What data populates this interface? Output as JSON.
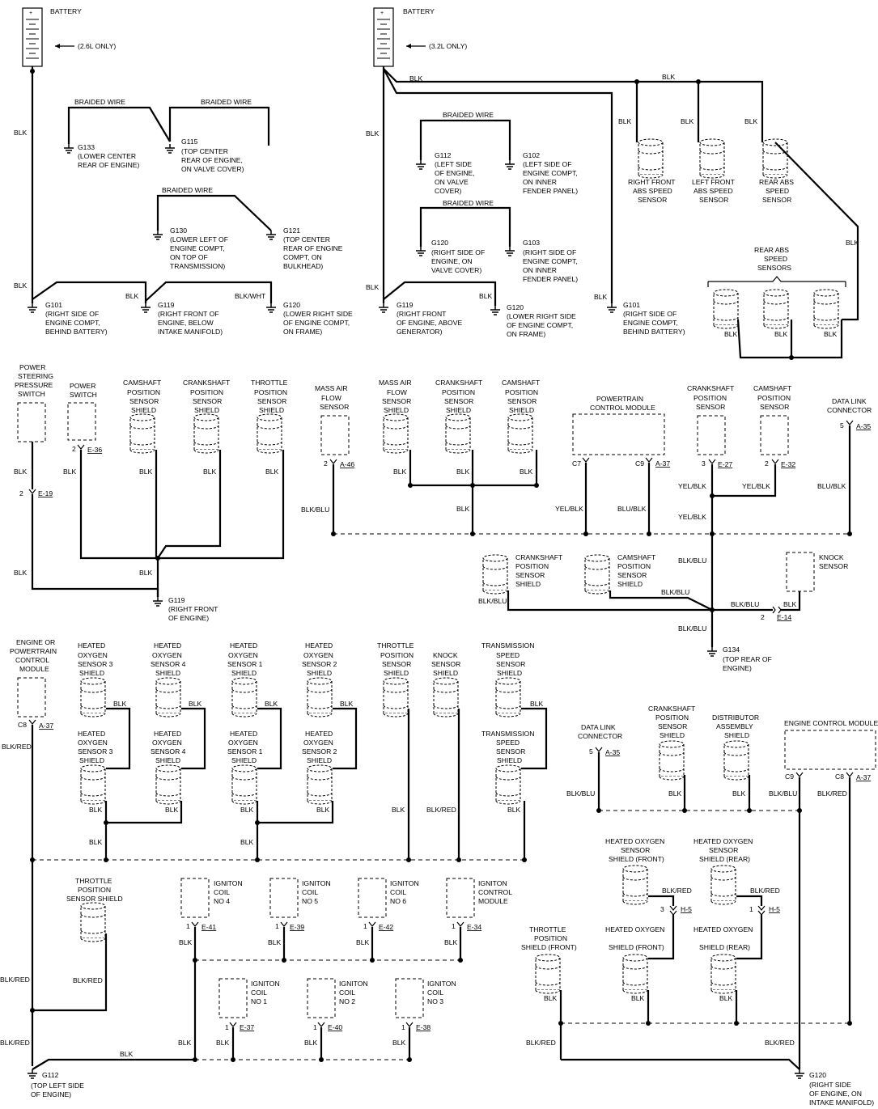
{
  "wire_colors": {
    "blk": "BLK",
    "blk_red": "BLK/RED",
    "blk_blu": "BLK/BLU",
    "blu_blk": "BLU/BLK",
    "yel_blk": "YEL/BLK",
    "blk_wht": "BLK/WHT",
    "braided": "BRAIDED WIRE"
  },
  "battery": {
    "label": "BATTERY",
    "note_26": "(2.6L ONLY)",
    "note_32": "(3.2L ONLY)"
  },
  "grounds": {
    "g133": [
      "G133",
      "(LOWER CENTER",
      "REAR OF ENGINE)"
    ],
    "g115": [
      "G115",
      "(TOP CENTER",
      "REAR OF ENGINE,",
      "ON VALVE COVER)"
    ],
    "g130": [
      "G130",
      "(LOWER LEFT OF",
      "ENGINE COMPT,",
      "ON TOP OF",
      "TRANSMISSION)"
    ],
    "g121": [
      "G121",
      "(TOP CENTER",
      "REAR OF ENGINE",
      "COMPT, ON",
      "BULKHEAD)"
    ],
    "g101a": [
      "G101",
      "(RIGHT SIDE OF",
      "ENGINE COMPT,",
      "BEHIND BATTERY)"
    ],
    "g119a": [
      "G119",
      "(RIGHT FRONT OF",
      "ENGINE, BELOW",
      "INTAKE MANIFOLD)"
    ],
    "g120a": [
      "G120",
      "(LOWER RIGHT SIDE",
      "OF ENGINE COMPT,",
      "ON FRAME)"
    ],
    "g112a": [
      "G112",
      "(LEFT SIDE",
      "OF ENGINE,",
      "ON VALVE",
      "COVER)"
    ],
    "g102": [
      "G102",
      "(LEFT SIDE OF",
      "ENGINE COMPT,",
      "ON INNER",
      "FENDER PANEL)"
    ],
    "g120b": [
      "G120",
      "(RIGHT SIDE OF",
      "ENGINE, ON",
      "VALVE COVER)"
    ],
    "g103": [
      "G103",
      "(RIGHT SIDE OF",
      "ENGINE COMPT,",
      "ON INNER",
      "FENDER PANEL)"
    ],
    "g119b": [
      "G119",
      "(RIGHT FRONT",
      "OF ENGINE, ABOVE",
      "GENERATOR)"
    ],
    "g120c": [
      "G120",
      "(LOWER RIGHT SIDE",
      "OF ENGINE COMPT,",
      "ON FRAME)"
    ],
    "g101b": [
      "G101",
      "(RIGHT SIDE OF",
      "ENGINE COMPT,",
      "BEHIND BATTERY)"
    ],
    "g119c": [
      "G119",
      "(RIGHT FRONT",
      "OF ENGINE)"
    ],
    "g134": [
      "G134",
      "(TOP REAR OF",
      "ENGINE)"
    ],
    "g112b": [
      "G112",
      "(TOP LEFT SIDE",
      "OF ENGINE)"
    ],
    "g120d": [
      "G120",
      "(RIGHT SIDE",
      "OF ENGINE, ON",
      "INTAKE MANIFOLD)"
    ]
  },
  "components": {
    "abs_rf": [
      "RIGHT FRONT",
      "ABS SPEED",
      "SENSOR"
    ],
    "abs_lf": [
      "LEFT FRONT",
      "ABS SPEED",
      "SENSOR"
    ],
    "abs_r": [
      "REAR ABS",
      "SPEED",
      "SENSOR"
    ],
    "abs_rears": [
      "REAR ABS",
      "SPEED",
      "SENSORS"
    ],
    "ps_switch": [
      "POWER",
      "STEERING",
      "PRESSURE",
      "SWITCH"
    ],
    "power_switch": [
      "POWER",
      "SWITCH"
    ],
    "cmp_shield": [
      "CAMSHAFT",
      "POSITION",
      "SENSOR",
      "SHIELD"
    ],
    "ckp_shield": [
      "CRANKSHAFT",
      "POSITION",
      "SENSOR",
      "SHIELD"
    ],
    "tps_shield": [
      "THROTTLE",
      "POSITION",
      "SENSOR",
      "SHIELD"
    ],
    "maf": [
      "MASS AIR",
      "FLOW",
      "SENSOR"
    ],
    "maf_shield": [
      "MASS AIR",
      "FLOW",
      "SENSOR",
      "SHIELD"
    ],
    "pcm": [
      "POWERTRAIN",
      "CONTROL MODULE"
    ],
    "ckp": [
      "CRANKSHAFT",
      "POSITION",
      "SENSOR"
    ],
    "cmp": [
      "CAMSHAFT",
      "POSITION",
      "SENSOR"
    ],
    "dlc": [
      "DATA LINK",
      "CONNECTOR"
    ],
    "knock": [
      "KNOCK",
      "SENSOR"
    ],
    "ecm_pcm": [
      "ENGINE OR",
      "POWERTRAIN",
      "CONTROL",
      "MODULE"
    ],
    "ho2s3": [
      "HEATED",
      "OXYGEN",
      "SENSOR 3",
      "SHIELD"
    ],
    "ho2s4": [
      "HEATED",
      "OXYGEN",
      "SENSOR 4",
      "SHIELD"
    ],
    "ho2s1": [
      "HEATED",
      "OXYGEN",
      "SENSOR 1",
      "SHIELD"
    ],
    "ho2s2": [
      "HEATED",
      "OXYGEN",
      "SENSOR 2",
      "SHIELD"
    ],
    "knock_shield": [
      "KNOCK",
      "SENSOR",
      "SHIELD"
    ],
    "tss_shield": [
      "TRANSMISSION",
      "SPEED",
      "SENSOR",
      "SHIELD"
    ],
    "tps_shield2": [
      "THROTTLE",
      "POSITION",
      "SENSOR SHIELD"
    ],
    "coil4": [
      "IGNITON",
      "COIL",
      "NO 4"
    ],
    "coil5": [
      "IGNITON",
      "COIL",
      "NO 5"
    ],
    "coil6": [
      "IGNITON",
      "COIL",
      "NO 6"
    ],
    "icm": [
      "IGNITON",
      "CONTROL",
      "MODULE"
    ],
    "coil1": [
      "IGNITON",
      "COIL",
      "NO 1"
    ],
    "coil2": [
      "IGNITON",
      "COIL",
      "NO 2"
    ],
    "coil3": [
      "IGNITON",
      "COIL",
      "NO 3"
    ],
    "dist_shield": [
      "DISTRIBUTOR",
      "ASSEMBLY",
      "SHIELD"
    ],
    "ecm": [
      "ENGINE CONTROL MODULE"
    ],
    "ho2_front": [
      "HEATED OXYGEN",
      "SENSOR",
      "SHIELD (FRONT)"
    ],
    "ho2_rear": [
      "HEATED OXYGEN",
      "SENSOR",
      "SHIELD (REAR)"
    ],
    "ho2_front2": [
      "HEATED OXYGEN",
      "SHIELD (FRONT)"
    ],
    "ho2_rear2": [
      "HEATED OXYGEN",
      "SHIELD (REAR)"
    ],
    "tps_front": [
      "THROTTLE",
      "POSITION",
      "SHIELD (FRONT)"
    ]
  },
  "connectors": {
    "e19": "E-19",
    "e36": "E-36",
    "a46": "A-46",
    "a37": "A-37",
    "e27": "E-27",
    "e32": "E-32",
    "a35": "A-35",
    "e14": "E-14",
    "e41": "E-41",
    "e39": "E-39",
    "e42": "E-42",
    "e34": "E-34",
    "e37": "E-37",
    "e40": "E-40",
    "e38": "E-38",
    "h5": "H-5"
  },
  "pins": {
    "p1": "1",
    "p2": "2",
    "p3": "3",
    "p5": "5",
    "c7": "C7",
    "c8": "C8",
    "c9": "C9"
  }
}
